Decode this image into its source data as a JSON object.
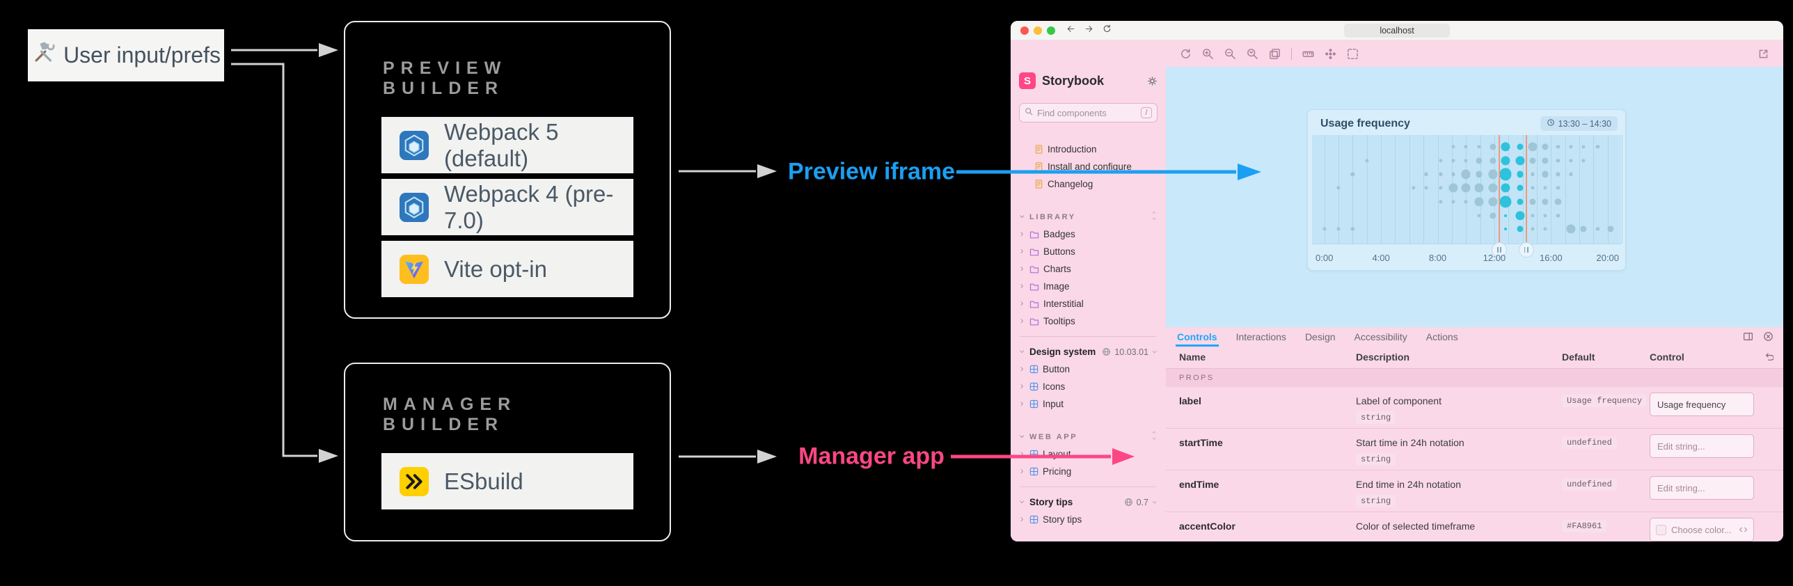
{
  "diagram": {
    "user_box": {
      "label": "User input/prefs",
      "icon": "hammer-wrench-icon"
    },
    "preview_builder": {
      "title": "PREVIEW BUILDER",
      "items": [
        {
          "icon": "webpack",
          "label": "Webpack 5 (default)"
        },
        {
          "icon": "webpack",
          "label": "Webpack 4 (pre-7.0)"
        },
        {
          "icon": "vite",
          "label": "Vite opt-in"
        }
      ]
    },
    "manager_builder": {
      "title": "MANAGER BUILDER",
      "items": [
        {
          "icon": "esbuild",
          "label": "ESbuild"
        }
      ]
    },
    "preview_label": {
      "text": "Preview iframe",
      "color": "#1B9FF2"
    },
    "manager_label": {
      "text": "Manager app",
      "color": "#FB4784"
    },
    "arrow_color": "#D2D2D2"
  },
  "browser": {
    "url": "localhost"
  },
  "storybook": {
    "brand": "Storybook",
    "accent_color": "#FF4785",
    "search": {
      "placeholder": "Find components",
      "shortcut": "/"
    },
    "sidebar_items": [
      {
        "type": "doc",
        "label": "Introduction"
      },
      {
        "type": "doc",
        "label": "Install and configure"
      },
      {
        "type": "doc",
        "label": "Changelog"
      },
      {
        "type": "header",
        "label": "LIBRARY"
      },
      {
        "type": "folder",
        "label": "Badges"
      },
      {
        "type": "folder",
        "label": "Buttons"
      },
      {
        "type": "folder",
        "label": "Charts"
      },
      {
        "type": "folder",
        "label": "Image"
      },
      {
        "type": "folder",
        "label": "Interstitial"
      },
      {
        "type": "folder",
        "label": "Tooltips"
      },
      {
        "type": "divider"
      },
      {
        "type": "root",
        "label": "Design system",
        "version": "10.03.01"
      },
      {
        "type": "component",
        "label": "Button"
      },
      {
        "type": "component",
        "label": "Icons"
      },
      {
        "type": "component",
        "label": "Input"
      },
      {
        "type": "header",
        "label": "WEB APP"
      },
      {
        "type": "component",
        "label": "Layout"
      },
      {
        "type": "component",
        "label": "Pricing"
      },
      {
        "type": "divider"
      },
      {
        "type": "root",
        "label": "Story tips",
        "version": "0.7"
      },
      {
        "type": "component",
        "label": "Story tips"
      }
    ],
    "toolbar_icons": [
      "remount-icon",
      "zoom-in-icon",
      "zoom-out-icon",
      "zoom-reset-icon",
      "viewport-icon",
      "divider",
      "measure-icon",
      "background-icon",
      "outline-icon"
    ],
    "panel": {
      "tabs": [
        "Controls",
        "Interactions",
        "Design",
        "Accessibility",
        "Actions"
      ],
      "active_tab": "Controls",
      "columns": [
        "Name",
        "Description",
        "Default",
        "Control"
      ],
      "section": "PROPS",
      "rows": [
        {
          "name": "label",
          "description": "Label of component",
          "type_badge": "string",
          "default": "Usage frequency",
          "control": {
            "kind": "text",
            "value": "Usage frequency",
            "placeholder": ""
          }
        },
        {
          "name": "startTime",
          "description": "Start time in 24h notation",
          "type_badge": "string",
          "default": "undefined",
          "control": {
            "kind": "text",
            "value": "",
            "placeholder": "Edit string..."
          }
        },
        {
          "name": "endTime",
          "description": "End time in 24h notation",
          "type_badge": "string",
          "default": "undefined",
          "control": {
            "kind": "text",
            "value": "",
            "placeholder": "Edit string..."
          }
        },
        {
          "name": "accentColor",
          "description": "Color of selected timeframe",
          "type_badge": null,
          "default": "#FA8961",
          "control": {
            "kind": "color",
            "value": "",
            "placeholder": "Choose color..."
          }
        }
      ]
    }
  },
  "chart_data": {
    "type": "scatter",
    "title": "Usage frequency",
    "time_badge": "13:30 – 14:30",
    "x_ticks": [
      {
        "label": "0:00",
        "hour": 0
      },
      {
        "label": "4:00",
        "hour": 4
      },
      {
        "label": "8:00",
        "hour": 8
      },
      {
        "label": "12:00",
        "hour": 12
      },
      {
        "label": "16:00",
        "hour": 16
      },
      {
        "label": "20:00",
        "hour": 20
      }
    ],
    "hour_domain": [
      0,
      21
    ],
    "rows": 7,
    "selection": {
      "start_hour": 12.35,
      "end_hour": 14.25,
      "line_color": "#F0987C"
    },
    "accent_color": "#FA8961",
    "dot_color": "#9EC6D7",
    "selected_dot_color": "#2EC2DC",
    "sizes": {
      "xs": 2,
      "s": 2.6,
      "m": 4.6,
      "l": 6.6,
      "xl": 8.6
    },
    "bubbles": [
      [
        9.1,
        1,
        "s",
        0
      ],
      [
        10,
        1,
        "s",
        0
      ],
      [
        10.9,
        1,
        "s",
        0
      ],
      [
        11.9,
        1,
        "m",
        0
      ],
      [
        12.8,
        1,
        "l",
        1
      ],
      [
        13.8,
        1,
        "m",
        1
      ],
      [
        14.7,
        1,
        "l",
        0
      ],
      [
        15.6,
        1,
        "m",
        0
      ],
      [
        16.5,
        1,
        "s",
        0
      ],
      [
        17.4,
        1,
        "s",
        0
      ],
      [
        18.3,
        1,
        "s",
        0
      ],
      [
        19.3,
        1,
        "s",
        0
      ],
      [
        3,
        2,
        "s",
        0
      ],
      [
        8.2,
        2,
        "s",
        0
      ],
      [
        9.1,
        2,
        "s",
        0
      ],
      [
        10,
        2,
        "s",
        0
      ],
      [
        10.9,
        2,
        "m",
        0
      ],
      [
        11.9,
        2,
        "m",
        0
      ],
      [
        12.8,
        2,
        "l",
        1
      ],
      [
        13.8,
        2,
        "l",
        1
      ],
      [
        14.7,
        2,
        "m",
        0
      ],
      [
        15.6,
        2,
        "m",
        0
      ],
      [
        16.5,
        2,
        "s",
        0
      ],
      [
        17.4,
        2,
        "s",
        0
      ],
      [
        18.3,
        2,
        "s",
        0
      ],
      [
        2,
        3,
        "s",
        0
      ],
      [
        7.2,
        3,
        "s",
        0
      ],
      [
        8.2,
        3,
        "s",
        0
      ],
      [
        9.1,
        3,
        "s",
        0
      ],
      [
        10,
        3,
        "l",
        0
      ],
      [
        10.9,
        3,
        "m",
        0
      ],
      [
        11.9,
        3,
        "l",
        0
      ],
      [
        12.8,
        3,
        "xl",
        1
      ],
      [
        13.8,
        3,
        "m",
        1
      ],
      [
        14.7,
        3,
        "s",
        0
      ],
      [
        15.6,
        3,
        "m",
        0
      ],
      [
        16.5,
        3,
        "s",
        0
      ],
      [
        17.4,
        3,
        "s",
        0
      ],
      [
        1,
        4,
        "s",
        0
      ],
      [
        6.3,
        4,
        "s",
        0
      ],
      [
        7.2,
        4,
        "s",
        0
      ],
      [
        8.2,
        4,
        "s",
        0
      ],
      [
        9.1,
        4,
        "l",
        0
      ],
      [
        10,
        4,
        "l",
        0
      ],
      [
        10.9,
        4,
        "l",
        0
      ],
      [
        11.9,
        4,
        "l",
        0
      ],
      [
        12.8,
        4,
        "l",
        1
      ],
      [
        13.8,
        4,
        "m",
        1
      ],
      [
        14.7,
        4,
        "s",
        0
      ],
      [
        15.6,
        4,
        "s",
        0
      ],
      [
        16.5,
        4,
        "s",
        0
      ],
      [
        8.2,
        5,
        "s",
        0
      ],
      [
        9.1,
        5,
        "s",
        0
      ],
      [
        10,
        5,
        "s",
        0
      ],
      [
        10.9,
        5,
        "l",
        0
      ],
      [
        11.9,
        5,
        "l",
        0
      ],
      [
        12.8,
        5,
        "xl",
        1
      ],
      [
        13.8,
        5,
        "m",
        1
      ],
      [
        14.7,
        5,
        "m",
        0
      ],
      [
        15.6,
        5,
        "m",
        0
      ],
      [
        16.5,
        5,
        "m",
        0
      ],
      [
        10.9,
        6,
        "s",
        0
      ],
      [
        11.9,
        6,
        "m",
        0
      ],
      [
        12.8,
        6,
        "xs",
        1
      ],
      [
        13.8,
        6,
        "l",
        1
      ],
      [
        14.7,
        6,
        "s",
        0
      ],
      [
        15.6,
        6,
        "s",
        0
      ],
      [
        16.5,
        6,
        "s",
        0
      ],
      [
        0,
        7,
        "s",
        0
      ],
      [
        1,
        7,
        "s",
        0
      ],
      [
        2,
        7,
        "s",
        0
      ],
      [
        12.8,
        7,
        "xs",
        1
      ],
      [
        13.8,
        7,
        "m",
        1
      ],
      [
        14.7,
        7,
        "s",
        0
      ],
      [
        15.6,
        7,
        "s",
        0
      ],
      [
        17.4,
        7,
        "l",
        0
      ],
      [
        18.3,
        7,
        "m",
        0
      ],
      [
        19.3,
        7,
        "s",
        0
      ],
      [
        20.2,
        7,
        "m",
        0
      ]
    ]
  }
}
